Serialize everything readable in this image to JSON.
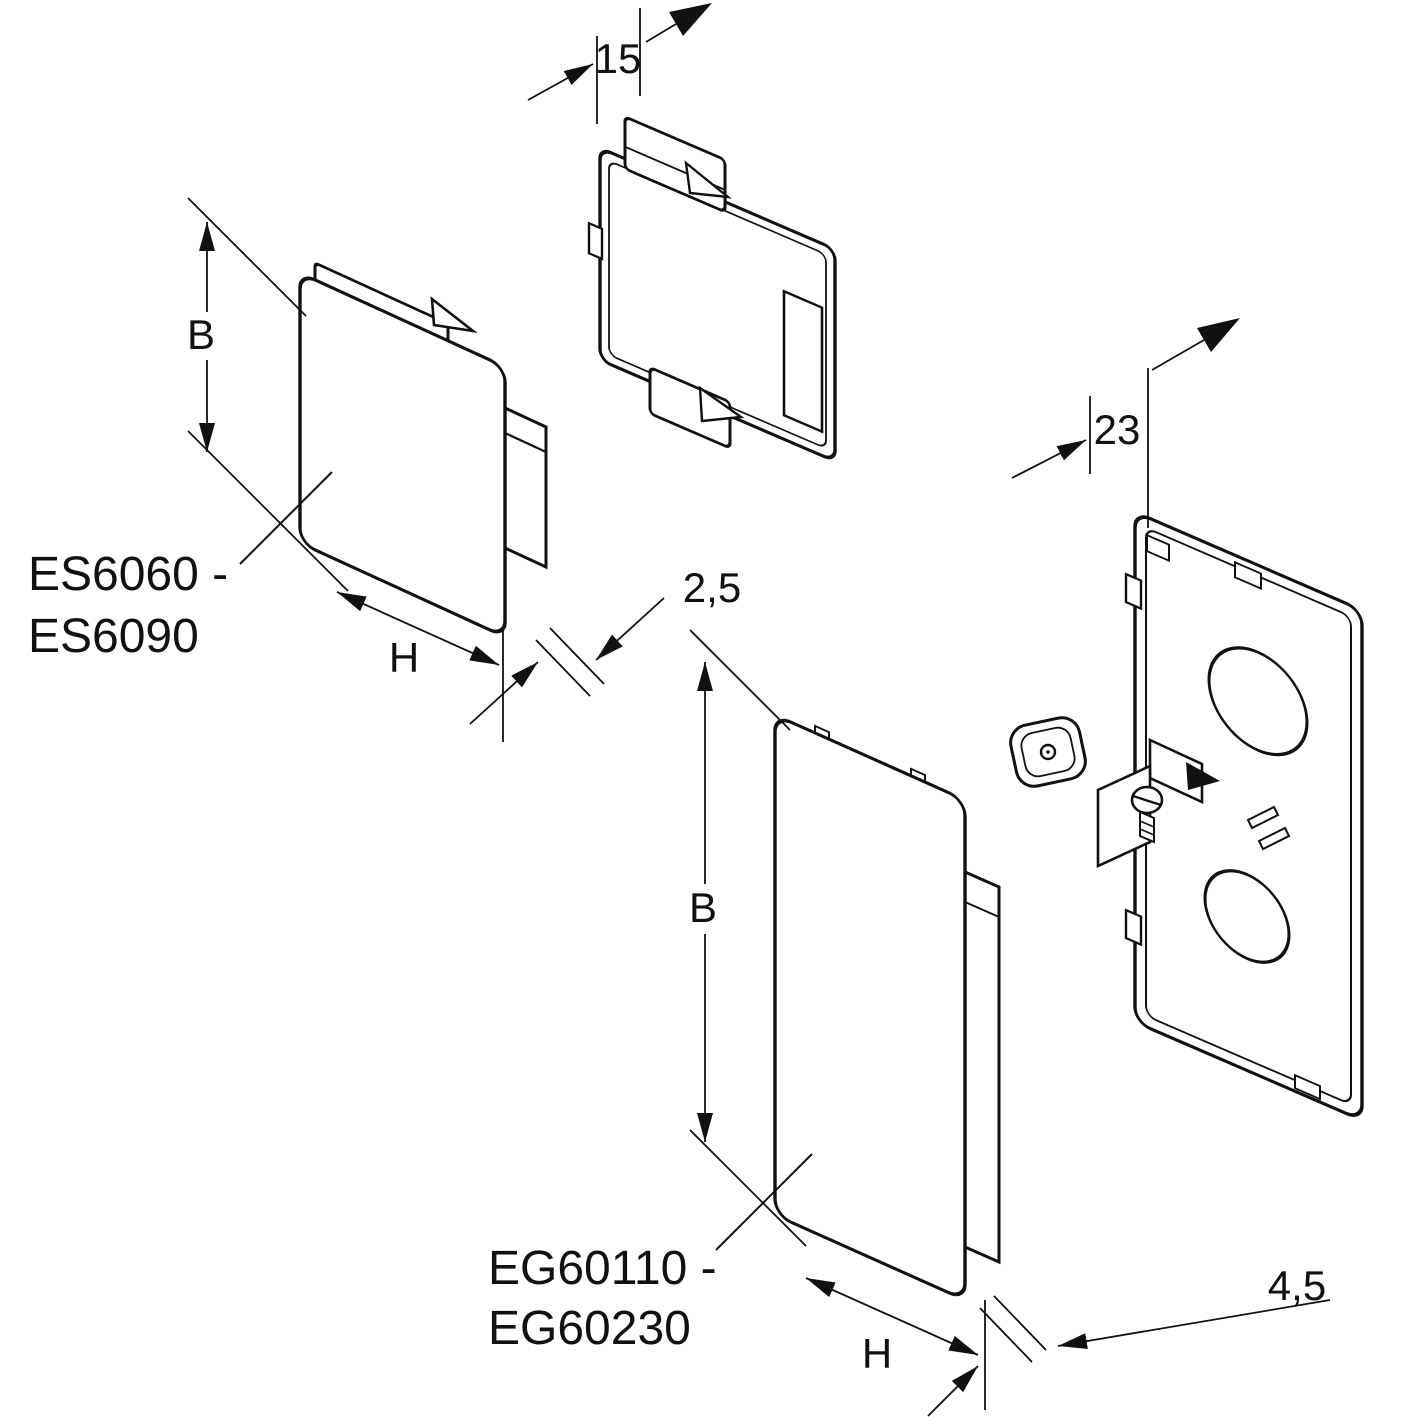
{
  "drawing": {
    "background_color": "#ffffff",
    "line_color": "#111111",
    "part_labels": {
      "small_cap_line1": "ES6060 -",
      "small_cap_line2": "ES6090",
      "large_cap_line1": "EG60110 -",
      "large_cap_line2": "EG60230"
    },
    "dimensions": {
      "small_cap_depth": "15",
      "plate_depth": "23",
      "small_cap_thickness": "2,5",
      "large_cap_thickness": "4,5",
      "small_cap_width": "B",
      "small_cap_height": "H",
      "large_cap_width": "B",
      "large_cap_height": "H"
    }
  }
}
